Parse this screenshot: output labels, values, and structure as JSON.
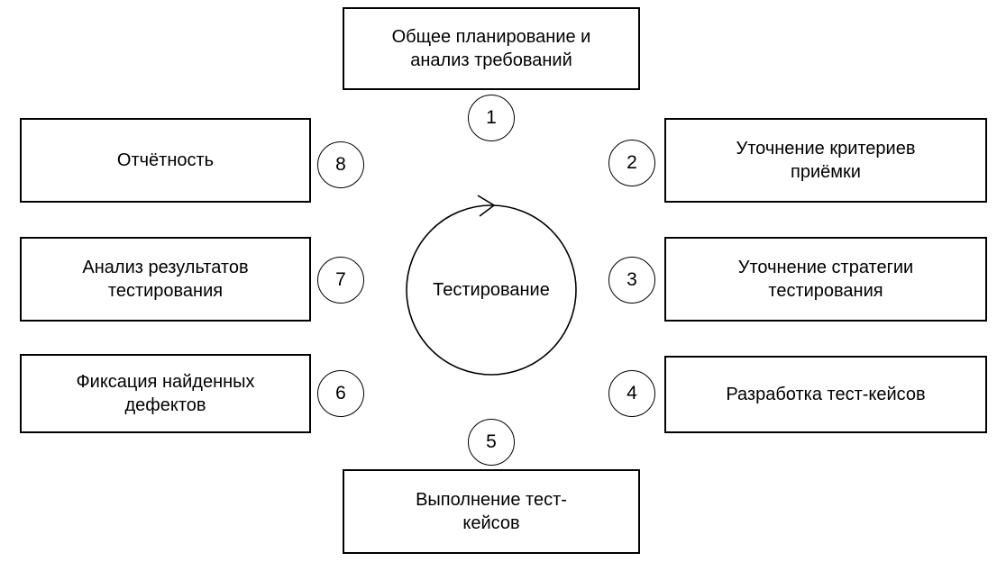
{
  "diagram": {
    "center": {
      "label": "Тестирование"
    },
    "steps": [
      {
        "num": "1",
        "label": "Общее планирование и анализ требований"
      },
      {
        "num": "2",
        "label": "Уточнение критериев приёмки"
      },
      {
        "num": "3",
        "label": "Уточнение стратегии тестирования"
      },
      {
        "num": "4",
        "label": "Разработка тест-кейсов"
      },
      {
        "num": "5",
        "label": "Выполнение тест-кейсов"
      },
      {
        "num": "6",
        "label": "Фиксация найденных дефектов"
      },
      {
        "num": "7",
        "label": "Анализ результатов тестирования"
      },
      {
        "num": "8",
        "label": "Отчётность"
      }
    ]
  }
}
